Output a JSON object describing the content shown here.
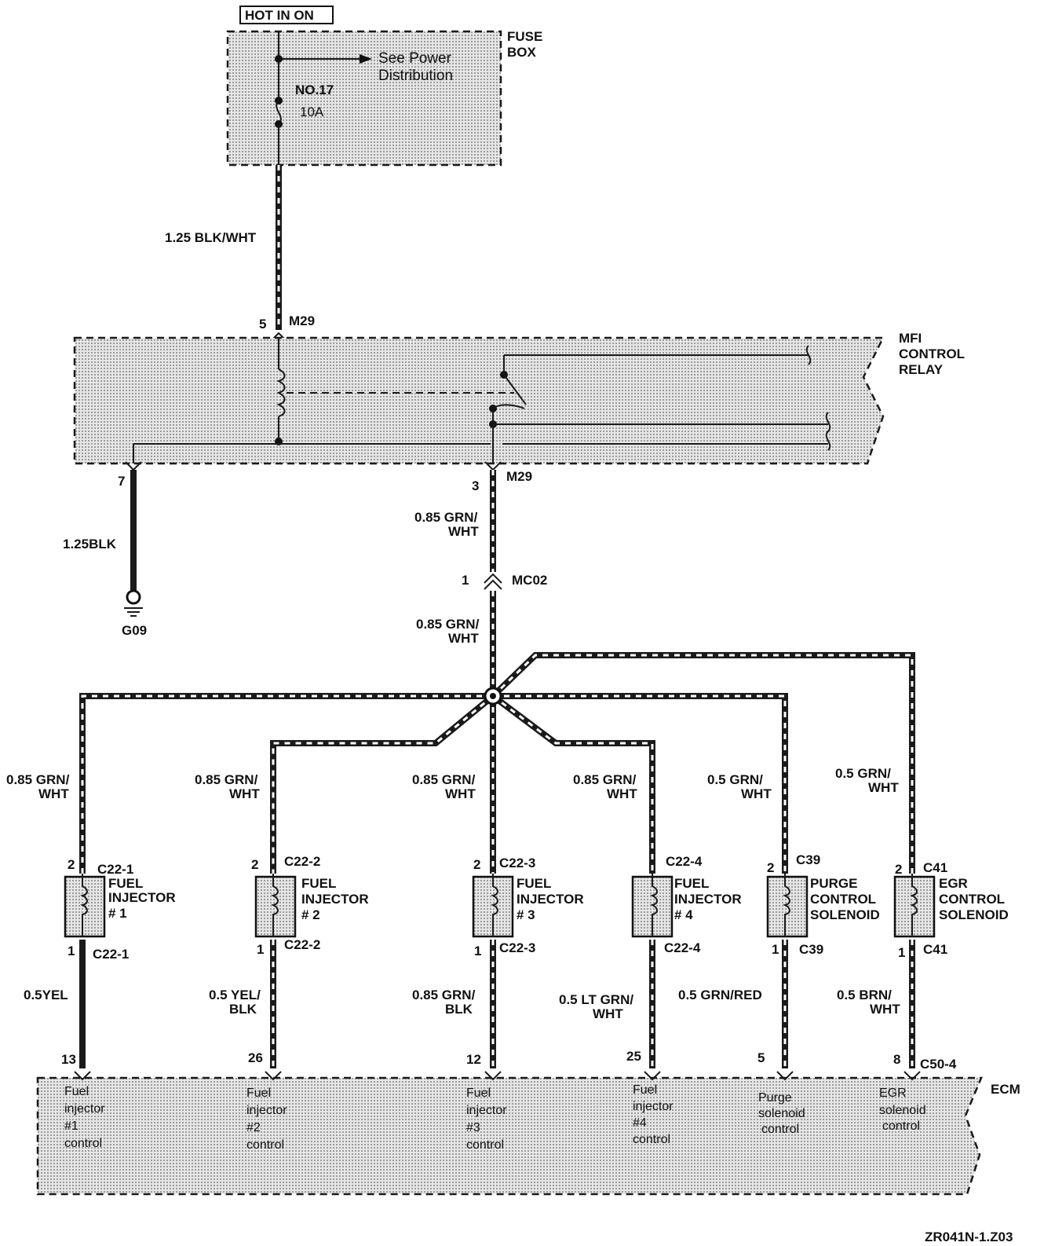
{
  "hot_label": "HOT IN ON",
  "fuse_box": {
    "title_line1": "FUSE",
    "title_line2": "BOX",
    "see_line1": "See Power",
    "see_line2": "Distribution",
    "fuse_no": "NO.17",
    "fuse_rating": "10A"
  },
  "wire_top": "1.25 BLK/WHT",
  "relay": {
    "title_line1": "MFI",
    "title_line2": "CONTROL",
    "title_line3": "RELAY",
    "pin_top": "5",
    "conn_top": "M29",
    "pin_left": "7",
    "pin_mid": "3",
    "conn_mid": "M29"
  },
  "ground_wire": "1.25BLK",
  "ground_name": "G09",
  "main_wire_a1": "0.85 GRN/",
  "main_wire_a2": "WHT",
  "splice_pin": "1",
  "splice_conn": "MC02",
  "main_wire_b1": "0.85 GRN/",
  "main_wire_b2": "WHT",
  "branches": [
    {
      "wire1": "0.85 GRN/",
      "wire2": "WHT",
      "pin_top": "2",
      "conn_top": "C22-1",
      "name1": "FUEL",
      "name2": "INJECTOR",
      "name3": "# 1",
      "pin_bot": "1",
      "conn_bot": "C22-1",
      "out1": "0.5YEL",
      "out2": "",
      "ecm_pin": "13",
      "ecm1": "Fuel",
      "ecm2": "injector",
      "ecm3": "#1",
      "ecm4": "control"
    },
    {
      "wire1": "0.85 GRN/",
      "wire2": "WHT",
      "pin_top": "2",
      "conn_top": "C22-2",
      "name1": "FUEL",
      "name2": "INJECTOR",
      "name3": "# 2",
      "pin_bot": "1",
      "conn_bot": "C22-2",
      "out1": "0.5 YEL/",
      "out2": "BLK",
      "ecm_pin": "26",
      "ecm1": "Fuel",
      "ecm2": "injector",
      "ecm3": "#2",
      "ecm4": "control"
    },
    {
      "wire1": "0.85 GRN/",
      "wire2": "WHT",
      "pin_top": "2",
      "conn_top": "C22-3",
      "name1": "FUEL",
      "name2": "INJECTOR",
      "name3": "# 3",
      "pin_bot": "1",
      "conn_bot": "C22-3",
      "out1": "0.85 GRN/",
      "out2": "BLK",
      "ecm_pin": "12",
      "ecm1": "Fuel",
      "ecm2": "injector",
      "ecm3": "#3",
      "ecm4": "control"
    },
    {
      "wire1": "0.85 GRN/",
      "wire2": "WHT",
      "pin_top": "",
      "conn_top": "C22-4",
      "name1": "FUEL",
      "name2": "INJECTOR",
      "name3": "# 4",
      "pin_bot": "",
      "conn_bot": "C22-4",
      "out1": "0.5 LT GRN/",
      "out2": "WHT",
      "ecm_pin": "25",
      "ecm1": "Fuel",
      "ecm2": "injector",
      "ecm3": "#4",
      "ecm4": "control"
    },
    {
      "wire1": "0.5 GRN/",
      "wire2": "WHT",
      "pin_top": "2",
      "conn_top": "C39",
      "name1": "PURGE",
      "name2": "CONTROL",
      "name3": "SOLENOID",
      "pin_bot": "1",
      "conn_bot": "C39",
      "out1": "0.5 GRN/RED",
      "out2": "",
      "ecm_pin": "5",
      "ecm1": "Purge",
      "ecm2": "solenoid",
      "ecm3": "control",
      "ecm4": ""
    },
    {
      "wire1": "0.5 GRN/",
      "wire2": "WHT",
      "pin_top": "2",
      "conn_top": "C41",
      "name1": "EGR",
      "name2": "CONTROL",
      "name3": "SOLENOID",
      "pin_bot": "1",
      "conn_bot": "C41",
      "out1": "0.5 BRN/",
      "out2": "WHT",
      "ecm_pin": "8",
      "ecm1": "EGR",
      "ecm2": "solenoid",
      "ecm3": "control",
      "ecm4": ""
    }
  ],
  "ecm_conn": "C50-4",
  "ecm_title": "ECM",
  "figure_code": "ZR041N-1.Z03"
}
